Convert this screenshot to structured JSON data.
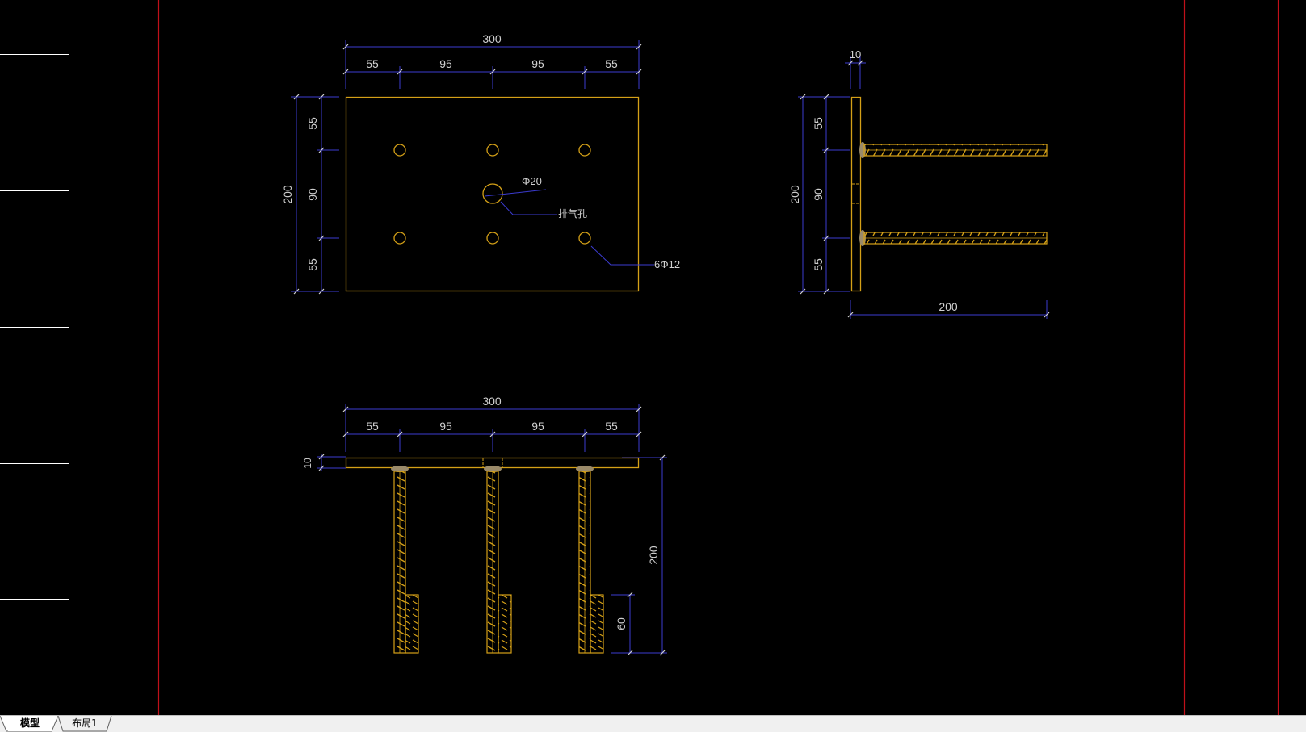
{
  "colors": {
    "background": "#000000",
    "object": "#d4a017",
    "dimension": "#3b3bd0",
    "dimension_text": "#d0d0d0",
    "border": "#c0101a",
    "panel_line": "#ffffff",
    "tabbar": "#f0f0f0"
  },
  "plan_view": {
    "overall_dim": "300",
    "segment_dims": [
      "55",
      "95",
      "95",
      "55"
    ],
    "height_dim": "200",
    "vertical_segments": [
      "55",
      "90",
      "55"
    ],
    "hole_label": "Φ20",
    "vent_label": "排气孔",
    "bar_label": "6Φ12"
  },
  "side_view": {
    "thickness_dim": "10",
    "height_dim": "200",
    "vertical_segments": [
      "55",
      "90",
      "55"
    ],
    "length_dim": "200"
  },
  "elevation_view": {
    "overall_dim": "300",
    "segment_dims": [
      "55",
      "95",
      "95",
      "55"
    ],
    "thickness_dim": "10",
    "height_dim": "200",
    "anchor_dim": "60"
  },
  "tabs": [
    {
      "label": "模型",
      "active": true
    },
    {
      "label": "布局1",
      "active": false
    }
  ]
}
